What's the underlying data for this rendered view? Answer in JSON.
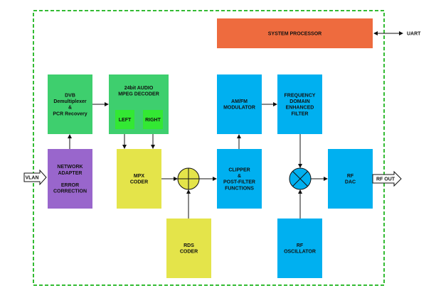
{
  "colors": {
    "green": "#3ecf6e",
    "bright_green": "#33e833",
    "yellow": "#e4e44a",
    "cyan": "#00b0f0",
    "purple": "#9966cc",
    "orange": "#ee6b3e",
    "border": "#33bb33"
  },
  "blocks": {
    "system_processor": [
      "SYSTEM PROCESSOR"
    ],
    "dvb_demux": [
      "DVB",
      "Demultiplexer",
      "&",
      "PCR Recovery"
    ],
    "mpeg_decoder": [
      "24bit AUDIO",
      "MPEG DECODER"
    ],
    "left": [
      "LEFT"
    ],
    "right": [
      "RIGHT"
    ],
    "network_adapter": [
      "NETWORK",
      "ADAPTER",
      "",
      "ERROR",
      "CORRECTION"
    ],
    "mpx_coder": [
      "MPX",
      "CODER"
    ],
    "rds_coder": [
      "RDS",
      "CODER"
    ],
    "am_fm_modulator": [
      "AM/FM",
      "MODULATOR"
    ],
    "freq_filter": [
      "FREQUENCY",
      "DOMAIN",
      "ENHANCED",
      "FILTER"
    ],
    "clipper": [
      "CLIPPER",
      "&",
      "POST-FILTER",
      "FUNCTIONS"
    ],
    "rf_dac": [
      "RF",
      "DAC"
    ],
    "rf_oscillator": [
      "RF",
      "OSCILLATOR"
    ]
  },
  "ports": {
    "uart": "UART",
    "vlan": "VLAN",
    "rf_out": "RF OUT"
  },
  "icons": {
    "adder": "summing-junction-icon",
    "mixer": "mixer-icon"
  }
}
